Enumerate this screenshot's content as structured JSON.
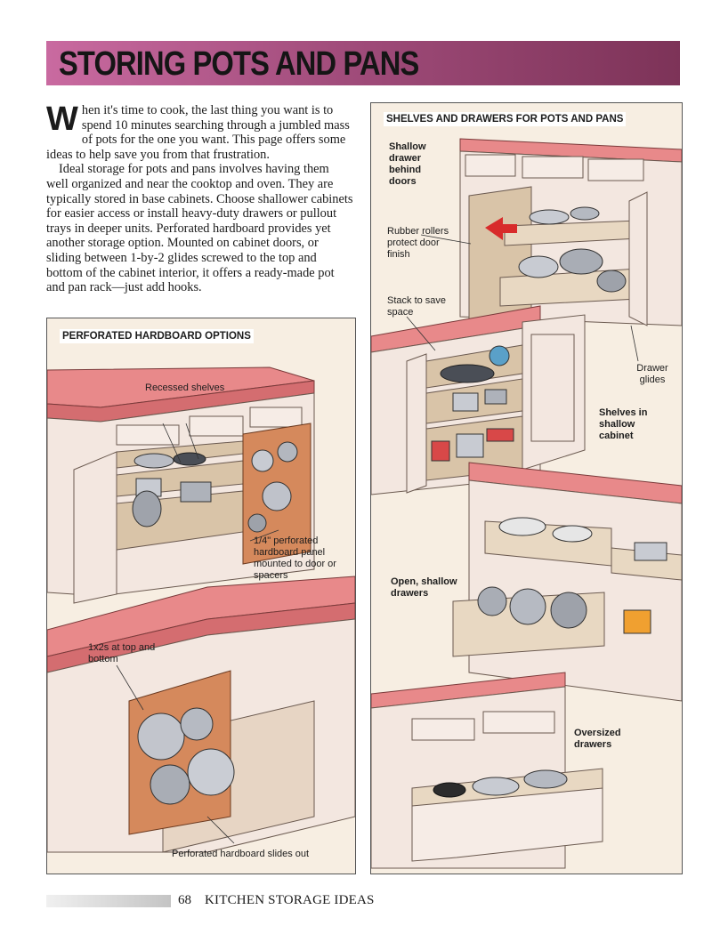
{
  "header": {
    "title": "STORING POTS AND PANS"
  },
  "intro": {
    "dropcap": "W",
    "paragraph1": "hen it's time to cook, the last thing you want is to spend 10 minutes searching through a jumbled mass of pots for the one you want. This page offers some ideas to help save you from that frustration.",
    "paragraph2": "Ideal storage for pots and pans involves having them well organized and near the cooktop and oven. They are typically stored in base cabinets. Choose shallower cabinets for easier access or install heavy-duty drawers or pullout trays in deeper units. Perforated hardboard provides yet another storage option. Mounted on cabinet doors, or sliding between 1-by-2 glides screwed to the top and bottom of the cabinet interior, it offers a ready-made pot and pan rack—just add hooks."
  },
  "left_panel": {
    "title": "PERFORATED HARDBOARD OPTIONS",
    "labels": {
      "recessed": "Recessed shelves",
      "hardboard": "1/4\" perforated hardboard panel mounted to door or spacers",
      "glides": "1x2s at top and bottom",
      "slides": "Perforated hardboard slides out"
    }
  },
  "right_panel": {
    "title": "SHELVES AND DRAWERS FOR POTS AND PANS",
    "labels": {
      "shallow_drawer": "Shallow drawer behind doors",
      "rollers": "Rubber rollers protect door finish",
      "stack": "Stack to save space",
      "drawer_glides": "Drawer glides",
      "shelves": "Shelves in shallow cabinet",
      "open_drawers": "Open, shallow drawers",
      "oversized": "Oversized drawers"
    }
  },
  "footer": {
    "page_number": "68",
    "section": "KITCHEN STORAGE IDEAS"
  },
  "colors": {
    "banner_start": "#c96aa0",
    "banner_end": "#7d3358",
    "counter": "#e58a8a",
    "cabinet": "#f3e7e0",
    "hardboard": "#d5895c"
  }
}
